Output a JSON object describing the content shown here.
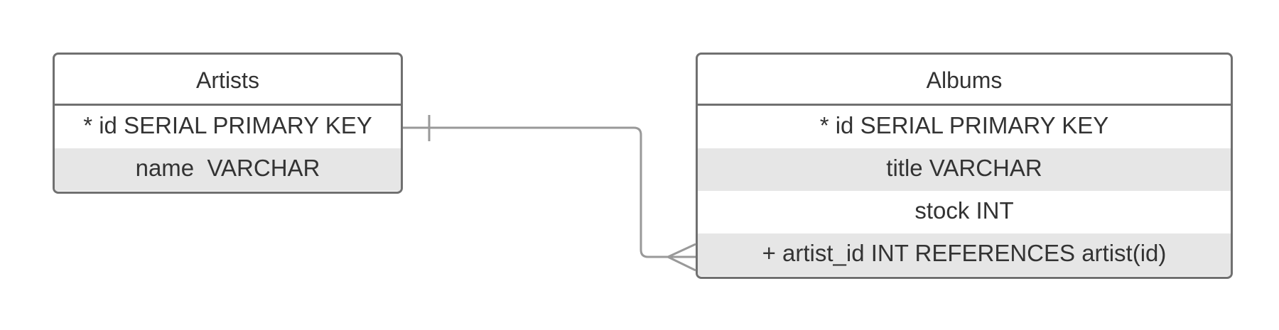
{
  "diagram": {
    "tables": [
      {
        "name": "Artists",
        "columns": [
          "* id SERIAL PRIMARY KEY",
          "name  VARCHAR"
        ]
      },
      {
        "name": "Albums",
        "columns": [
          "* id SERIAL PRIMARY KEY",
          "title VARCHAR",
          "stock INT",
          "+ artist_id INT REFERENCES artist(id)"
        ]
      }
    ],
    "relationship": {
      "from": "Artists",
      "to": "Albums",
      "cardinality": "one-to-many"
    },
    "colors": {
      "border": "#707070",
      "connector": "#999999",
      "alt_row": "#e6e6e6",
      "text": "#333333"
    }
  }
}
